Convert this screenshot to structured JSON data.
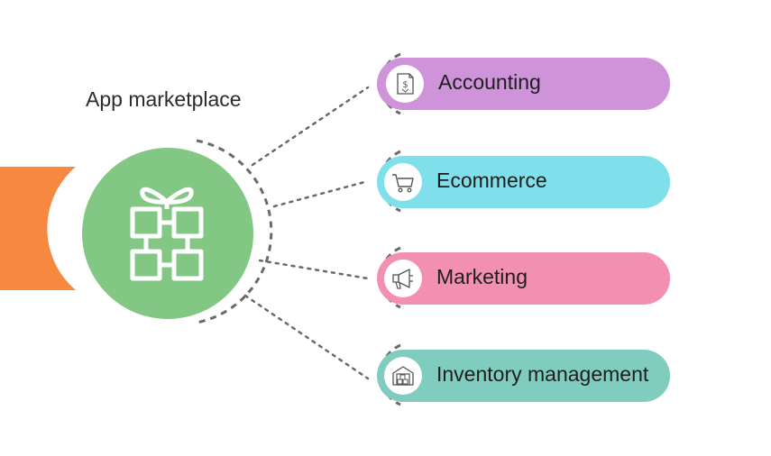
{
  "title": "App marketplace",
  "colors": {
    "hub": "#82c784",
    "side_tab": "#f6883f",
    "connector": "#6a6a6a"
  },
  "hub": {
    "icon": "gift-icon"
  },
  "items": [
    {
      "label": "Accounting",
      "color": "#cf93da",
      "icon": "dollar-document-icon"
    },
    {
      "label": "Ecommerce",
      "color": "#7fdfeb",
      "icon": "shopping-cart-icon"
    },
    {
      "label": "Marketing",
      "color": "#f390b2",
      "icon": "megaphone-icon"
    },
    {
      "label": "Inventory management",
      "color": "#80cdc0",
      "icon": "warehouse-icon"
    }
  ]
}
